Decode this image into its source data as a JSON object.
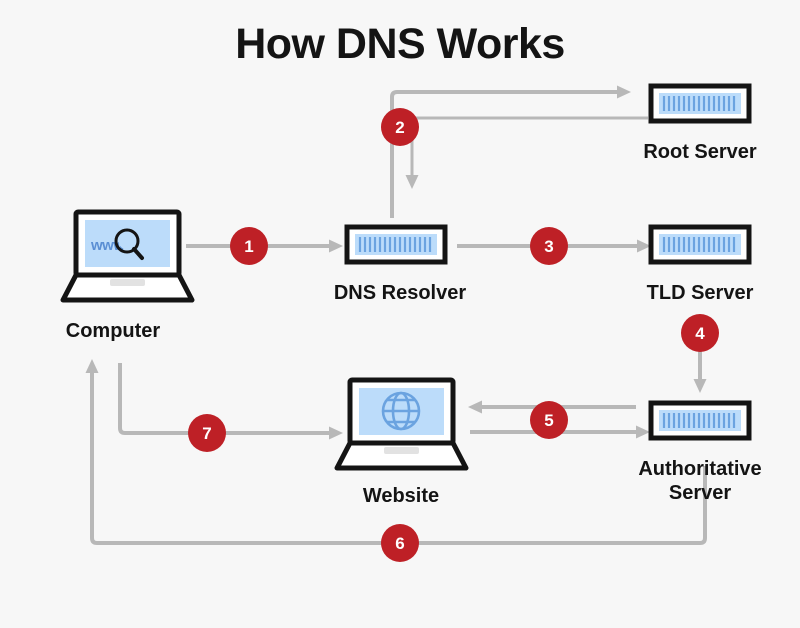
{
  "title": "How DNS Works",
  "colors": {
    "background": "#f7f7f7",
    "badge": "#be2026",
    "badge_text": "#ffffff",
    "arrow": "#b8b8b8",
    "outline": "#141414",
    "screen_fill": "#bcdcfa",
    "screen_detail": "#6ba3e0",
    "label_text": "#141414"
  },
  "nodes": [
    {
      "id": "computer",
      "label": "Computer",
      "icon": "laptop-search-icon"
    },
    {
      "id": "dns-resolver",
      "label": "DNS Resolver",
      "icon": "server-rack-icon"
    },
    {
      "id": "root-server",
      "label": "Root Server",
      "icon": "server-rack-icon"
    },
    {
      "id": "tld-server",
      "label": "TLD Server",
      "icon": "server-rack-icon"
    },
    {
      "id": "authoritative-server",
      "label": "Authoritative\nServer",
      "label_line1": "Authoritative",
      "label_line2": "Server",
      "icon": "server-rack-icon"
    },
    {
      "id": "website",
      "label": "Website",
      "icon": "laptop-globe-icon"
    }
  ],
  "steps": [
    {
      "number": "1",
      "from": "computer",
      "to": "dns-resolver"
    },
    {
      "number": "2",
      "from": "dns-resolver",
      "to": "root-server"
    },
    {
      "number": "3",
      "from": "dns-resolver",
      "to": "tld-server"
    },
    {
      "number": "4",
      "from": "tld-server",
      "to": "authoritative-server"
    },
    {
      "number": "5",
      "from": "authoritative-server",
      "to": "website"
    },
    {
      "number": "6",
      "from": "authoritative-server",
      "to": "computer"
    },
    {
      "number": "7",
      "from": "computer",
      "to": "website"
    }
  ],
  "screen_text": {
    "computer": "www",
    "computer_icon": "magnifier-icon",
    "website_icon": "globe-icon"
  }
}
